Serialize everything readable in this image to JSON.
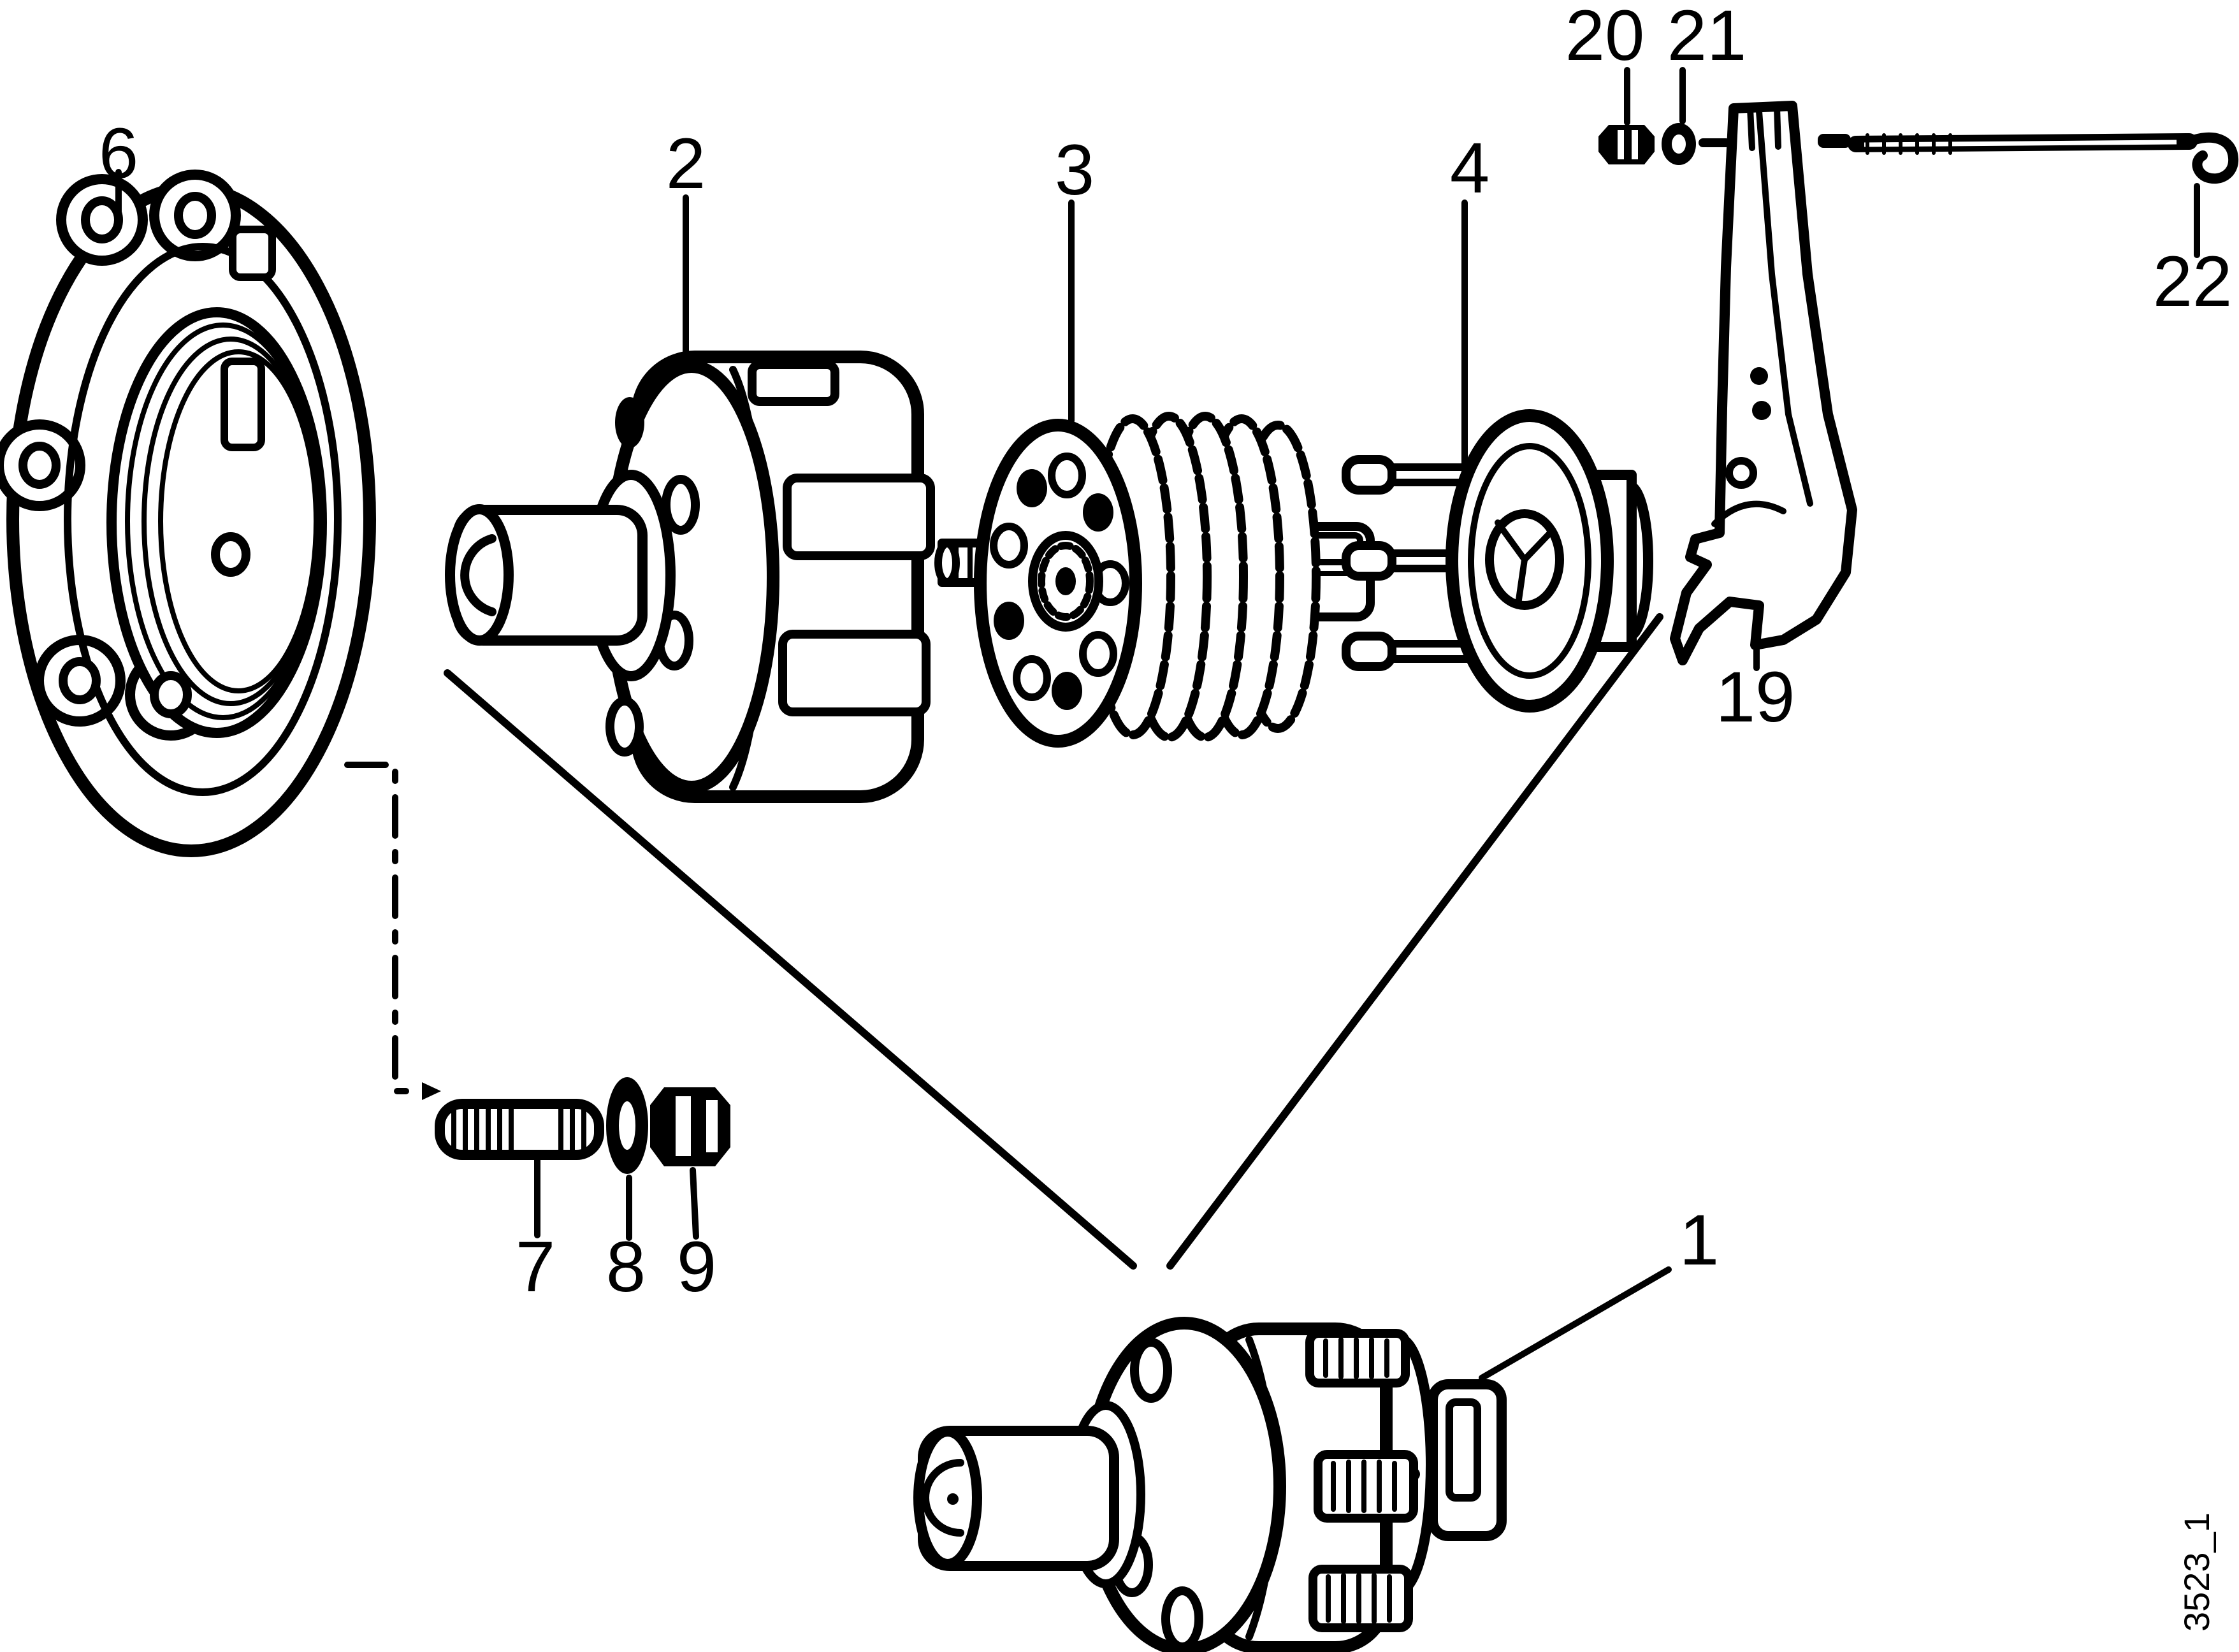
{
  "figure": {
    "background_color": "#ffffff",
    "ink_color": "#000000",
    "code_label": "3523_1",
    "callouts": {
      "c1": "1",
      "c2": "2",
      "c3": "3",
      "c4": "4",
      "c6": "6",
      "c7": "7",
      "c8": "8",
      "c9": "9",
      "c19": "19",
      "c20": "20",
      "c21": "21",
      "c22": "22"
    }
  }
}
